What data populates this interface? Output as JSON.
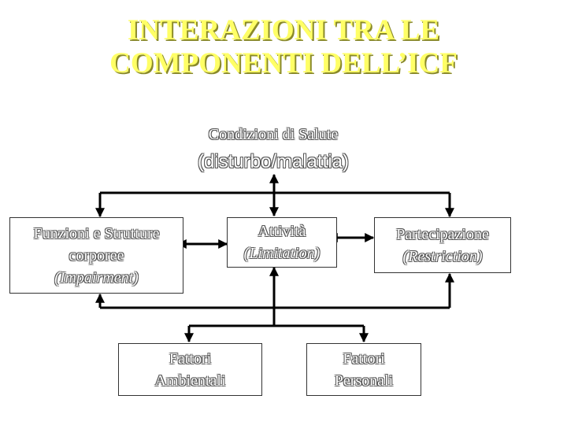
{
  "title": {
    "line1": "INTERAZIONI TRA LE",
    "line2": "COMPONENTI DELL’ICF"
  },
  "health": {
    "line1": "Condizioni di Salute",
    "line2": "(disturbo/malattia)"
  },
  "boxes": {
    "functions": {
      "line1": "Funzioni e Strutture",
      "line2": "corporee",
      "line3": "(Impairment)"
    },
    "activity": {
      "line1": "Attività",
      "line2": "(Limitation)"
    },
    "participation": {
      "line1": "Partecipazione",
      "line2": "(Restriction)"
    },
    "environmental": {
      "line1": "Fattori",
      "line2": "Ambientali"
    },
    "personal": {
      "line1": "Fattori",
      "line2": "Personali"
    }
  },
  "colors": {
    "title": "#ffff66",
    "text": "#ffffff",
    "lines": "#000000"
  }
}
